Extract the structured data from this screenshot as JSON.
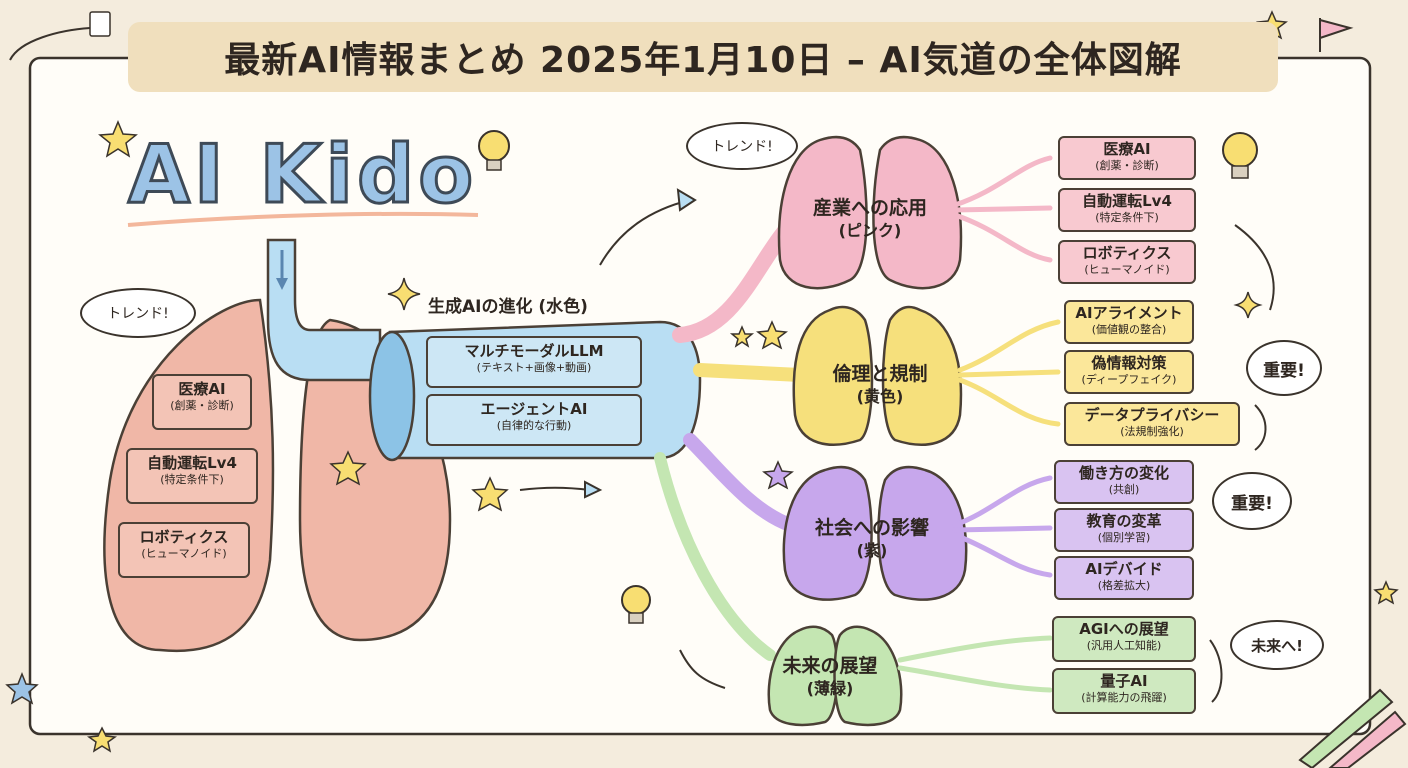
{
  "title": "最新AI情報まとめ 2025年1月10日 – AI気道の全体図解",
  "logo": "AI Kido",
  "bubbles": {
    "trend_left": "トレンド!",
    "trend_top": "トレンド!",
    "important_1": "重要!",
    "important_2": "重要!",
    "future": "未来へ!"
  },
  "left_lung": [
    {
      "main": "医療AI",
      "sub": "(創薬・診断)"
    },
    {
      "main": "自動運転Lv4",
      "sub": "(特定条件下)"
    },
    {
      "main": "ロボティクス",
      "sub": "(ヒューマノイド)"
    }
  ],
  "trachea": {
    "title": "生成AIの進化 (水色)",
    "items": [
      {
        "main": "マルチモーダルLLM",
        "sub": "(テキスト+画像+動画)"
      },
      {
        "main": "エージェントAI",
        "sub": "(自律的な行動)"
      }
    ]
  },
  "branches": [
    {
      "label": "産業への応用",
      "color_label": "(ピンク)",
      "color": "#f4b8c8",
      "items": [
        {
          "main": "医療AI",
          "sub": "(創薬・診断)"
        },
        {
          "main": "自動運転Lv4",
          "sub": "(特定条件下)"
        },
        {
          "main": "ロボティクス",
          "sub": "(ヒューマノイド)"
        }
      ]
    },
    {
      "label": "倫理と規制",
      "color_label": "(黄色)",
      "color": "#f6e07c",
      "items": [
        {
          "main": "AIアライメント",
          "sub": "(価値観の整合)"
        },
        {
          "main": "偽情報対策",
          "sub": "(ディープフェイク)"
        },
        {
          "main": "データプライバシー",
          "sub": "(法規制強化)"
        }
      ]
    },
    {
      "label": "社会への影響",
      "color_label": "(紫)",
      "color": "#c7a7ec",
      "items": [
        {
          "main": "働き方の変化",
          "sub": "(共創)"
        },
        {
          "main": "教育の変革",
          "sub": "(個別学習)"
        },
        {
          "main": "AIデバイド",
          "sub": "(格差拡大)"
        }
      ]
    },
    {
      "label": "未来の展望",
      "color_label": "(薄緑)",
      "color": "#c4e6b2",
      "items": [
        {
          "main": "AGIへの展望",
          "sub": "(汎用人工知能)"
        },
        {
          "main": "量子AI",
          "sub": "(計算能力の飛躍)"
        }
      ]
    }
  ],
  "colors": {
    "background": "#f4ecdd",
    "banner": "#f0dfbd",
    "left_lung": "#f0b7a7",
    "trachea": "#b9def3",
    "outline": "#4b4036"
  },
  "icons": [
    "lightbulb-icon",
    "star-icon",
    "sparkle-icon",
    "flag-icon",
    "pencil-icon",
    "notebook-icon"
  ]
}
